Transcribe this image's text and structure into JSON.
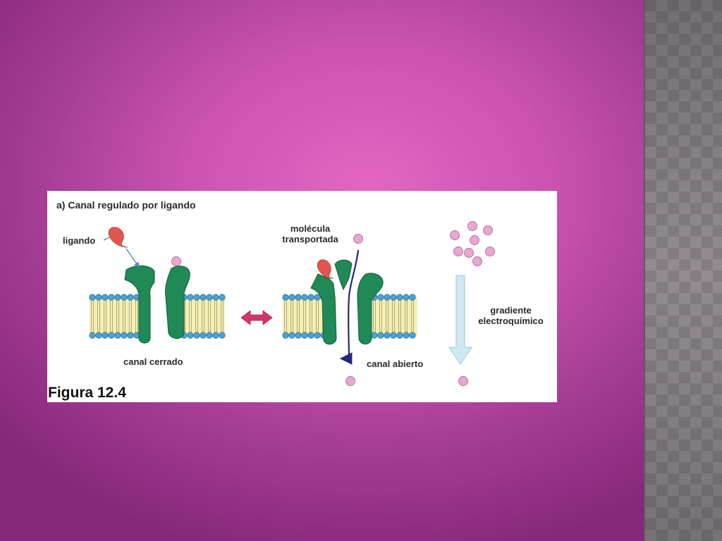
{
  "figure": {
    "caption": "a) Canal regulado por ligando",
    "ligand_label": "ligando",
    "molecule_label_line1": "molécula",
    "molecule_label_line2": "transportada",
    "closed_label": "canal cerrado",
    "open_label": "canal abierto",
    "gradient_label_line1": "gradiente",
    "gradient_label_line2": "electroquímico",
    "number": "Figura 12.4"
  },
  "colors": {
    "protein": "#1f8a55",
    "lipid_head": "#4aa3d6",
    "lipid_tail": "#f6efb2",
    "ligand": "#e0574f",
    "molecule": "#e8a8d0",
    "arrow_double": "#d6336c",
    "flow_arrow": "#25277a",
    "gradient_arrow": "#cfe8f2"
  }
}
